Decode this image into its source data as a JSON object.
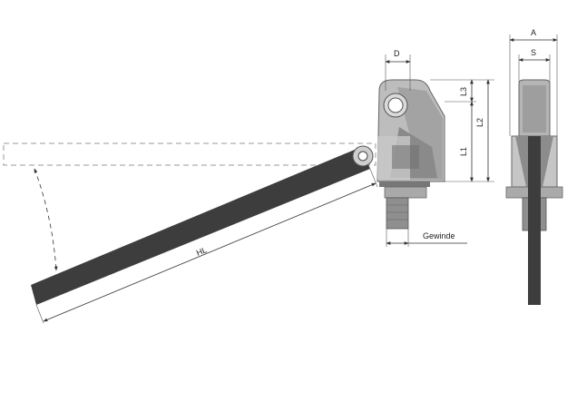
{
  "labels": {
    "A": "A",
    "S": "S",
    "D": "D",
    "L1": "L1",
    "L2": "L2",
    "L3": "L3",
    "HL": "HL",
    "thread": "Gewinde"
  },
  "colors": {
    "lever": "#3d3d3d",
    "body_light": "#bdbdbd",
    "body_mid": "#9c9c9c",
    "body_dark": "#6f6f6f",
    "ghost": "#9a9a9a",
    "dimension": "#333333"
  }
}
